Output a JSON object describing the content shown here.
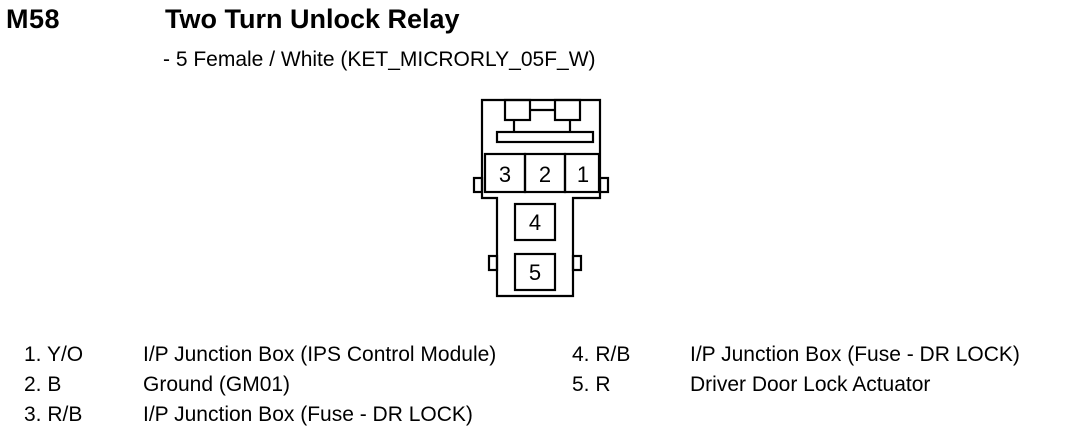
{
  "header": {
    "code": "M58",
    "title": "Two Turn Unlock Relay",
    "subtitle": "- 5 Female / White (KET_MICRORLY_05F_W)"
  },
  "connector": {
    "pins": [
      "1",
      "2",
      "3",
      "4",
      "5"
    ]
  },
  "pin_list": [
    {
      "num": "1. Y/O",
      "desc": "I/P Junction Box (IPS Control Module)"
    },
    {
      "num": "2. B",
      "desc": "Ground (GM01)"
    },
    {
      "num": "3. R/B",
      "desc": "I/P Junction Box (Fuse - DR LOCK)"
    },
    {
      "num": "4. R/B",
      "desc": "I/P Junction Box (Fuse - DR LOCK)"
    },
    {
      "num": "5. R",
      "desc": "Driver Door Lock Actuator"
    }
  ]
}
